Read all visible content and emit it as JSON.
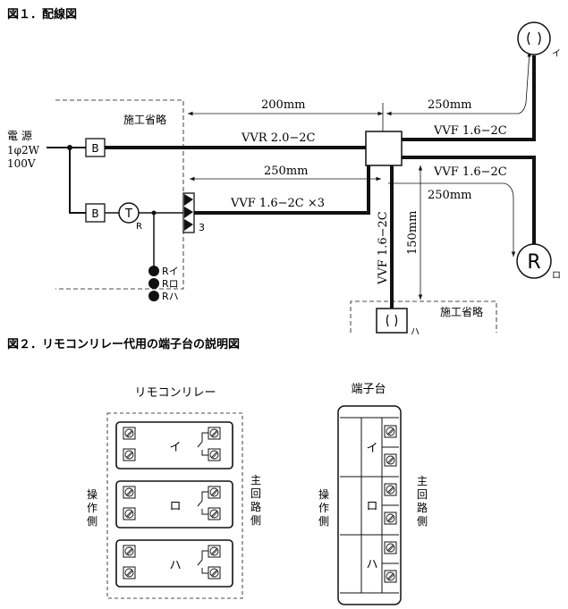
{
  "fig1": {
    "title": "図１．配線図",
    "power": {
      "l1": "電 源",
      "l2": "1φ2W",
      "l3": "100V"
    },
    "breaker": "B",
    "transformer": "T",
    "transformer_sub": "R",
    "omit_left": "施工省略",
    "omit_bottom": "施工省略",
    "dim_200": "200mm",
    "dim_250_top": "250mm",
    "dim_250_left": "250mm",
    "dim_250_right": "250mm",
    "dim_150": "150mm",
    "cable_vvr": "VVR 2.0−2C",
    "cable_vvf_top": "VVF 1.6−2C",
    "cable_vvf_mid": "VVF 1.6−2C",
    "cable_vvf_x3": "VVF 1.6−2C ×3",
    "cable_vvf_vert": "VVF 1.6−2C",
    "relay_count": "3",
    "lamp_i_label": "イ",
    "lamp_ro_symbol": "R",
    "lamp_ro_label": "ロ",
    "lamp_ha_label": "ハ",
    "switches": [
      "Rイ",
      "Rロ",
      "Rハ"
    ]
  },
  "fig2": {
    "title": "図２．リモコンリレー代用の端子台の説明図",
    "relay_title": "リモコンリレー",
    "block_title": "端子台",
    "op_side": [
      "操",
      "作",
      "側"
    ],
    "main_side": [
      "主",
      "回",
      "路",
      "側"
    ],
    "relay_labels": [
      "イ",
      "ロ",
      "ハ"
    ],
    "block_labels": [
      "イ",
      "ロ",
      "ハ"
    ]
  }
}
